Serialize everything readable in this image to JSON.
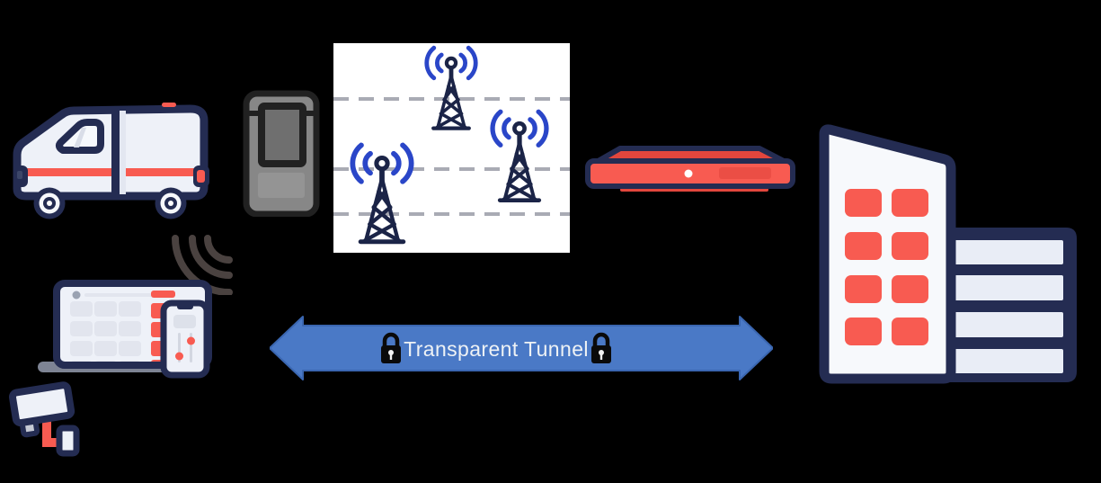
{
  "tunnel": {
    "label": "Transparent Tunnel"
  },
  "icons": [
    {
      "name": "ambulance-van-icon"
    },
    {
      "name": "cellular-modem-icon"
    },
    {
      "name": "cell-tower-icon",
      "count": 3
    },
    {
      "name": "edge-router-icon"
    },
    {
      "name": "office-building-icon"
    },
    {
      "name": "laptop-icon"
    },
    {
      "name": "smartphone-icon"
    },
    {
      "name": "wireless-signal-icon"
    },
    {
      "name": "security-camera-icon"
    },
    {
      "name": "padlock-icon",
      "count": 2
    }
  ],
  "colors": {
    "bg": "#000000",
    "navy": "#242c52",
    "tower-navy": "#1b2447",
    "coral": "#f85b51",
    "coral-dark": "#e2463d",
    "arrow-blue": "#4a79c6",
    "arrow-blue-edge": "#3a66b0",
    "signal-blue": "#2a46c8",
    "white-soft": "#eef1f8",
    "panel-white": "#ffffff",
    "grid-gray": "#e2e5ee",
    "dash-gray": "#a9abb4",
    "stripe-gray": "#e9edf6",
    "base-gray": "#7e8494",
    "wifi-gray": "#4a4240",
    "modem-body": "#878787",
    "modem-dark": "#212121",
    "modem-screen": "#6f6f6f",
    "modem-slot": "#949494",
    "lock-black": "#0a0a0a",
    "label-white": "#eef2f5"
  }
}
